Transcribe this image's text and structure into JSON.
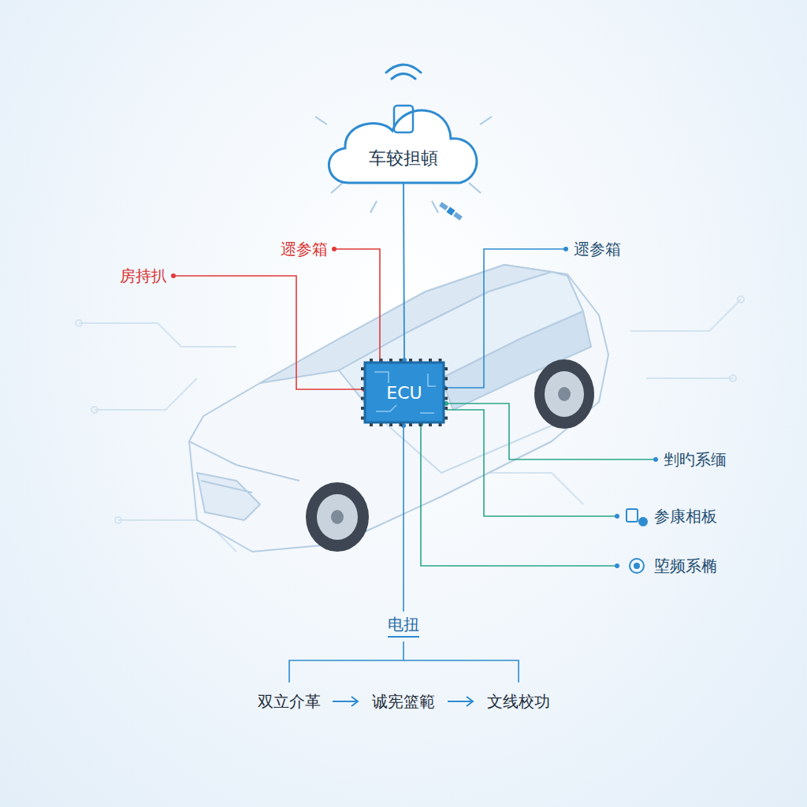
{
  "diagram": {
    "nodes": [
      {
        "text": [
          "车较担頓"
        ]
      },
      {
        "text": [
          "ECU"
        ]
      }
    ],
    "edges": [
      {
        "from": 0,
        "to": 1,
        "arrow": "none"
      }
    ],
    "labels": [
      "遝参箱",
      "房持扒",
      "遝参箱",
      "剉旳系缅",
      "参康相板",
      "埅频系椭",
      "电扭",
      "双立介革",
      "诚宪篮範",
      "文线校功"
    ]
  }
}
